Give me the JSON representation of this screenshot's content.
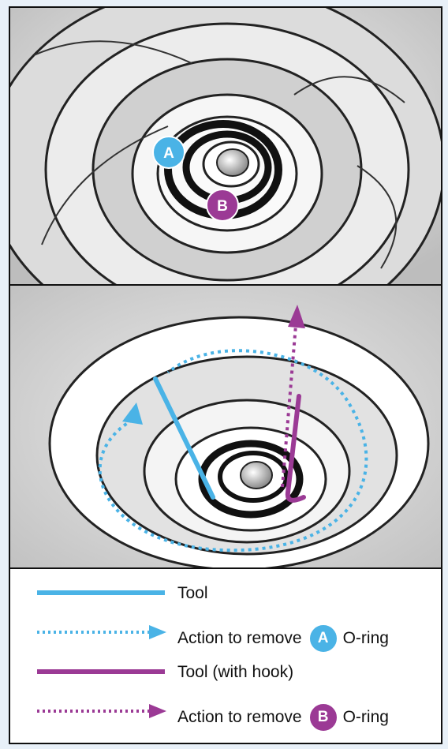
{
  "colors": {
    "tool_blue": "#4ab3e6",
    "tool_purple": "#9b3a95"
  },
  "callouts": {
    "a": "A",
    "b": "B"
  },
  "legend": {
    "items": [
      {
        "kind": "solid-line",
        "color": "#4ab3e6",
        "text": "Tool"
      },
      {
        "kind": "dotted-arrow",
        "color": "#4ab3e6",
        "text_before": "Action to remove",
        "badge": "A",
        "text_after": "O-ring"
      },
      {
        "kind": "solid-line",
        "color": "#9b3a95",
        "text": "Tool (with hook)"
      },
      {
        "kind": "dotted-arrow",
        "color": "#9b3a95",
        "text_before": "Action to remove",
        "badge": "B",
        "text_after": "O-ring"
      }
    ]
  }
}
